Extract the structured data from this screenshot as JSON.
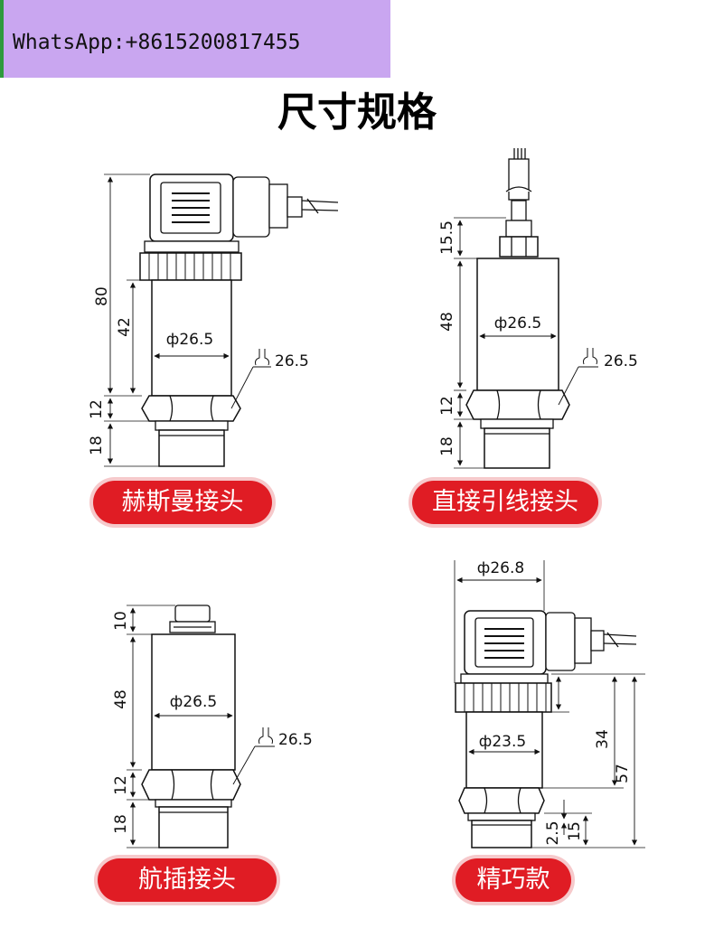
{
  "banner": {
    "text": "WhatsApp:+8615200817455",
    "color": "#c9a6f0",
    "accent": "#2e9a3d"
  },
  "title": "尺寸规格",
  "button_color": "#e01c24",
  "figures": {
    "hirschmann": {
      "label": "赫斯曼接头",
      "dims": {
        "total": "80",
        "body": "42",
        "hex": "12",
        "thread": "18",
        "dia": "ф26.5",
        "wrench": "26.5"
      }
    },
    "direct_cable": {
      "label": "直接引线接头",
      "dims": {
        "top": "15.5",
        "body": "48",
        "hex": "12",
        "thread": "18",
        "dia": "ф26.5",
        "wrench": "26.5"
      }
    },
    "aviation": {
      "label": "航插接头",
      "dims": {
        "top": "10",
        "body": "48",
        "hex": "12",
        "thread": "18",
        "dia": "ф26.5",
        "wrench": "26.5"
      }
    },
    "compact": {
      "label": "精巧款",
      "dims": {
        "top_dia": "ф26.8",
        "dia": "ф23.5",
        "body": "34",
        "total": "57",
        "gap": "2.5",
        "thread": "15"
      }
    }
  }
}
